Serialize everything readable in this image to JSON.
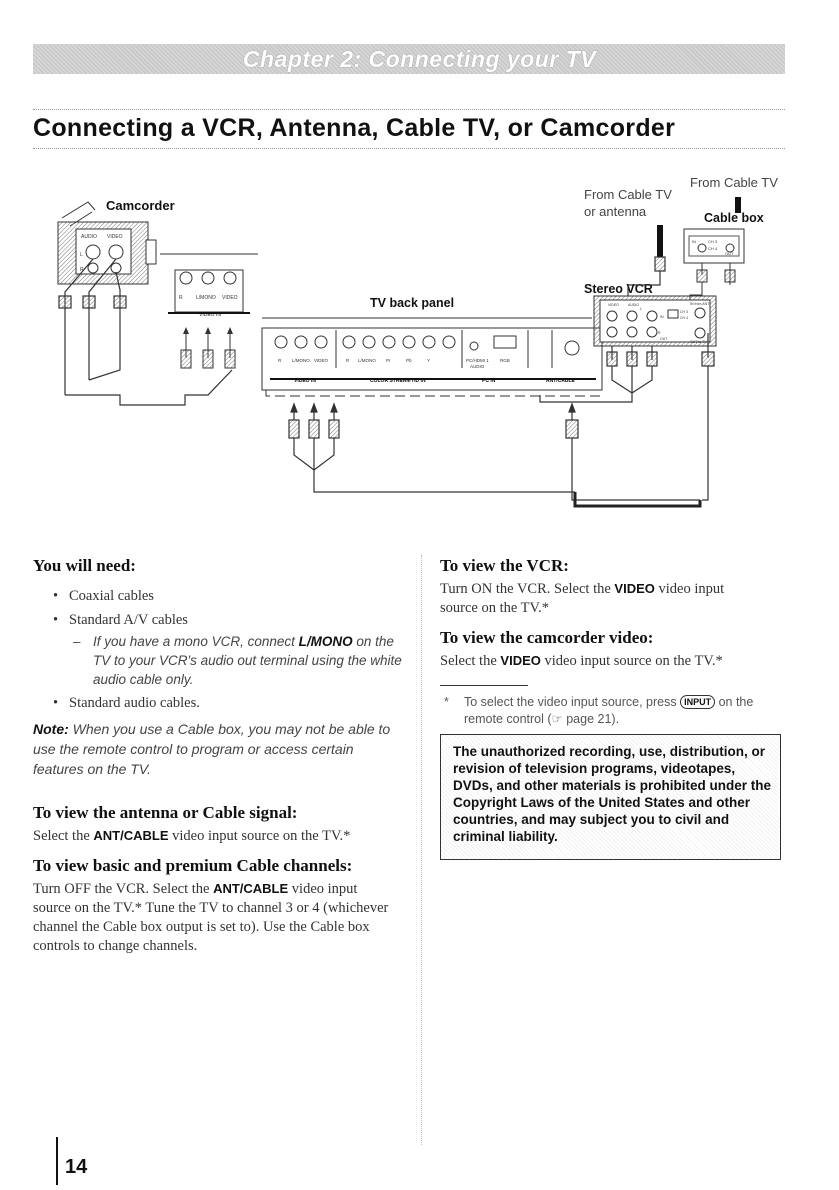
{
  "header": {
    "chapter": "Chapter 2: Connecting your TV"
  },
  "section_title": "Connecting a VCR, Antenna, Cable TV, or Camcorder",
  "diagram": {
    "camcorder": "Camcorder",
    "from_cable_tv": "From Cable TV",
    "from_cable_or_antenna_1": "From Cable TV",
    "from_cable_or_antenna_2": "or antenna",
    "cable_box": "Cable box",
    "stereo_vcr": "Stereo VCR",
    "tv_back_panel": "TV back panel",
    "camcorder_ports": [
      "AUDIO",
      "VIDEO",
      "L",
      "R"
    ],
    "video_in_small": [
      "R",
      "L/MONO",
      "VIDEO"
    ],
    "video_in_label": "VIDEO IN",
    "tv_panel_row": [
      "R",
      "L/MONO",
      "VIDEO",
      "R",
      "L/MONO",
      "Pr",
      "Pb",
      "Y",
      "PC/HDMI 1",
      "RGB"
    ],
    "tv_panel_sub": "AUDIO",
    "tv_bottom_labels": [
      "VIDEO IN",
      "COLOR STREAM HD IN",
      "PC IN",
      "ANT/CABLE"
    ],
    "cable_box_ports": [
      "IN",
      "CH 3",
      "CH 4",
      "OUT"
    ],
    "vcr_ports": [
      "VIDEO",
      "AUDIO",
      "L",
      "R",
      "IN",
      "OUT",
      "CH 3",
      "CH 4",
      "IN from ANT",
      "OUT to TV"
    ]
  },
  "left": {
    "need_title": "You will need:",
    "need_items": [
      "Coaxial cables",
      "Standard A/V cables",
      "Standard audio cables."
    ],
    "dash_pre": "If you have a mono VCR, connect ",
    "dash_bold": "L/MONO",
    "dash_post": " on the TV to your VCR's audio out terminal using the white audio cable only.",
    "note_label": "Note:",
    "note_text": " When you use a Cable box, you may not be able to use the remote control to program or access certain features on the TV.",
    "ant_title": "To view the antenna or Cable signal:",
    "ant_pre": "Select the ",
    "ant_bold": "ANT/CABLE",
    "ant_post": " video input source on the TV.*",
    "basic_title": "To view basic and premium Cable channels:",
    "basic_1": "Turn OFF the VCR. Select the ",
    "basic_bold": "ANT/CABLE",
    "basic_2": " video input source on the TV.* Tune the TV to channel 3 or 4 (whichever channel the Cable box output is set to). Use the Cable box controls to change channels."
  },
  "right": {
    "vcr_title": "To view the VCR:",
    "vcr_pre": "Turn ON the VCR. Select the ",
    "vcr_bold": "VIDEO",
    "vcr_post": " video input source on the TV.*",
    "cam_title": "To view the camcorder video:",
    "cam_pre": "Select the ",
    "cam_bold": "VIDEO",
    "cam_post": " video input source on the TV.*",
    "foot_star": "*",
    "foot_pre": "To select the video input source, press ",
    "foot_icon": "INPUT",
    "foot_mid": " on the remote control (",
    "foot_ref": "☞",
    "foot_post": " page 21).",
    "warning": "The unauthorized recording, use, distribution, or revision of television programs, videotapes, DVDs, and other materials is prohibited under the Copyright Laws of the United States and other countries, and may subject you to civil and criminal liability."
  },
  "page_number": "14"
}
